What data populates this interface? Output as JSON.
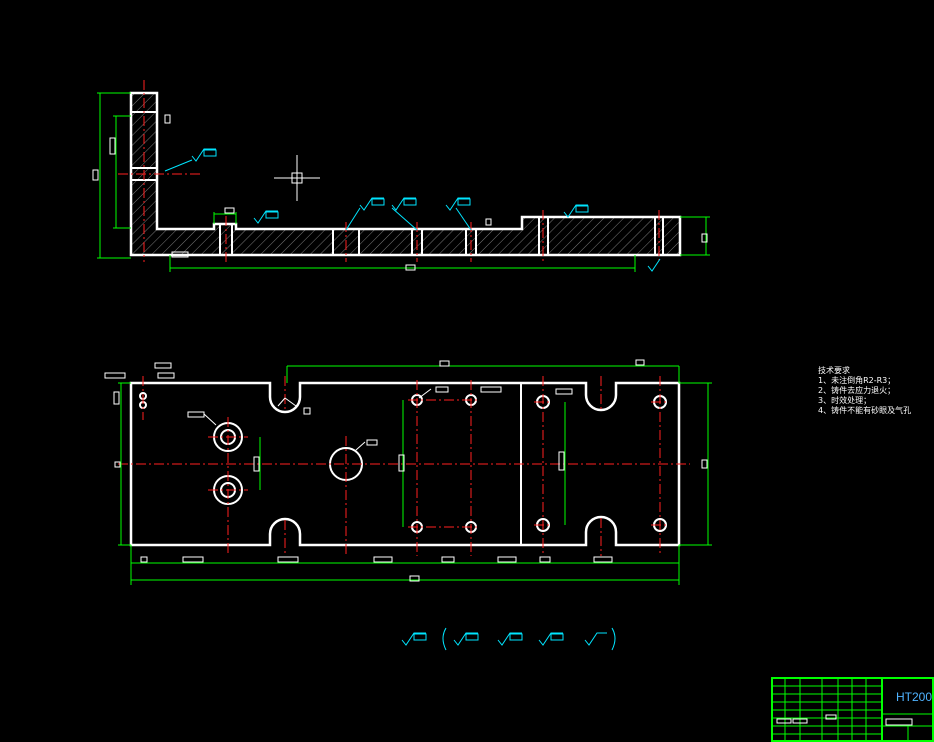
{
  "technical_requirements": {
    "title": "技术要求",
    "items": [
      "1、未注倒角R2-R3；",
      "2、铸件去应力退火；",
      "3、时效处理；",
      "4、铸件不能有砂眼及气孔"
    ]
  },
  "title_block": {
    "material": "HT200"
  },
  "colors": {
    "background": "#000000",
    "outline": "#ffffff",
    "dimension": "#00ff00",
    "centerline": "#ff2020",
    "hatch": "#9a9a9a",
    "roughness": "#00e5ff",
    "title_block": "#00ff00"
  }
}
